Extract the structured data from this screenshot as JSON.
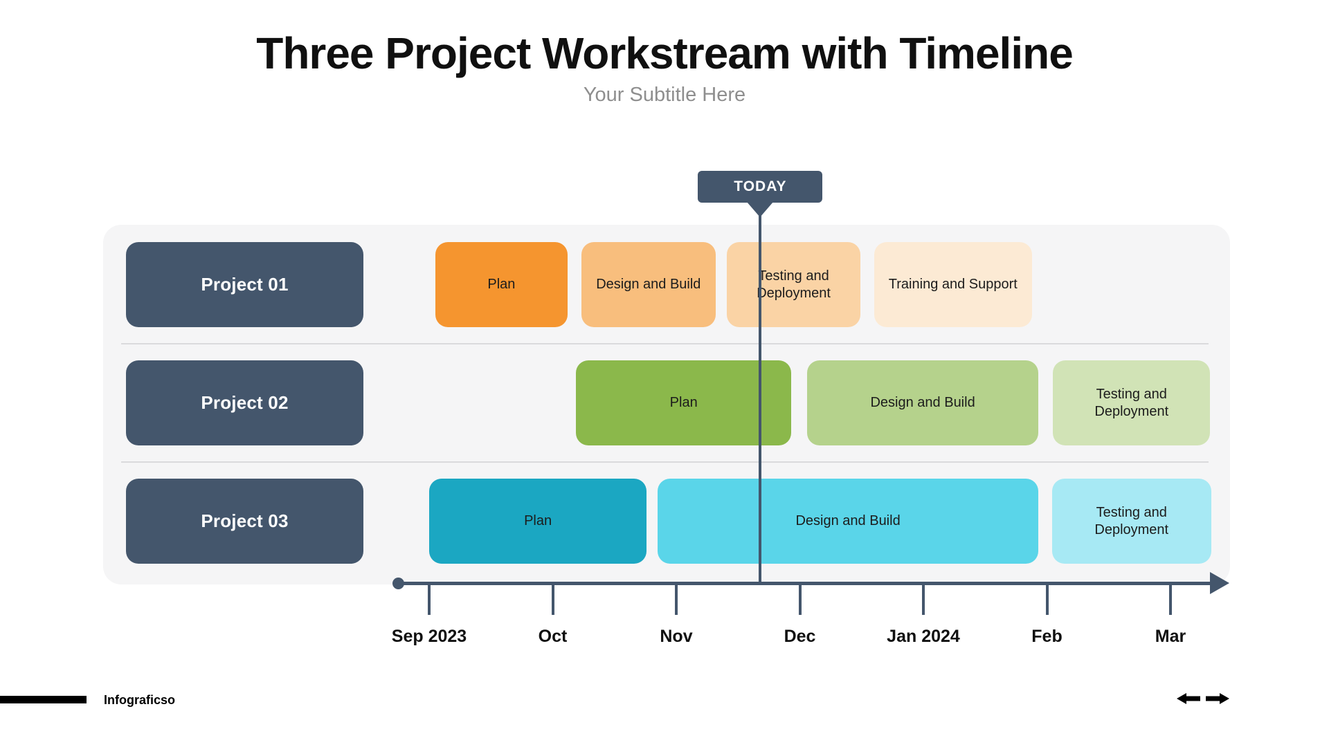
{
  "header": {
    "title": "Three Project Workstream with Timeline",
    "subtitle": "Your Subtitle Here"
  },
  "today_marker": {
    "label": "TODAY"
  },
  "footer": {
    "brand": "Infograficso",
    "icons": [
      "left-arrow",
      "right-arrow"
    ]
  },
  "colors": {
    "accent_slate": "#44566C",
    "panel_background": "#F5F5F6",
    "divider": "#DADADC",
    "title_text": "#101010",
    "subtitle_text": "#8E8E8E",
    "bar_text": "#1C1C1C",
    "today_text": "#FFFFFF"
  },
  "chart_data": {
    "type": "bar",
    "subtype": "gantt-timeline",
    "title": "Three Project Workstream with Timeline",
    "x_axis": {
      "unit": "months",
      "tick_labels": [
        "Sep 2023",
        "Oct",
        "Nov",
        "Dec",
        "Jan 2024",
        "Feb",
        "Mar"
      ],
      "range": [
        0,
        6.5
      ],
      "grid": false
    },
    "today": {
      "label": "TODAY",
      "x": 2.68
    },
    "projects": [
      {
        "name": "Project 01",
        "label_color": "#44566C",
        "phases": [
          {
            "label": "Plan",
            "start": 0.05,
            "end": 1.12,
            "color": "#F5952F"
          },
          {
            "label": "Design and Build",
            "start": 1.23,
            "end": 2.32,
            "color": "#F8BE7D"
          },
          {
            "label": "Testing and Deployment",
            "start": 2.41,
            "end": 3.49,
            "color": "#FAD3A5"
          },
          {
            "label": "Training and Support",
            "start": 3.6,
            "end": 4.88,
            "color": "#FCEAD4"
          }
        ]
      },
      {
        "name": "Project 02",
        "label_color": "#44566C",
        "phases": [
          {
            "label": "Plan",
            "start": 1.19,
            "end": 2.93,
            "color": "#8BB84B"
          },
          {
            "label": "Design and Build",
            "start": 3.06,
            "end": 4.93,
            "color": "#B5D28C"
          },
          {
            "label": "Testing and Deployment",
            "start": 5.05,
            "end": 6.32,
            "color": "#D1E3B6"
          }
        ]
      },
      {
        "name": "Project 03",
        "label_color": "#44566C",
        "phases": [
          {
            "label": "Plan",
            "start": 0.0,
            "end": 1.76,
            "color": "#1BA7C2"
          },
          {
            "label": "Design and Build",
            "start": 1.85,
            "end": 4.93,
            "color": "#5AD5E9"
          },
          {
            "label": "Testing and Deployment",
            "start": 5.04,
            "end": 6.33,
            "color": "#A7E9F4"
          }
        ]
      }
    ]
  }
}
